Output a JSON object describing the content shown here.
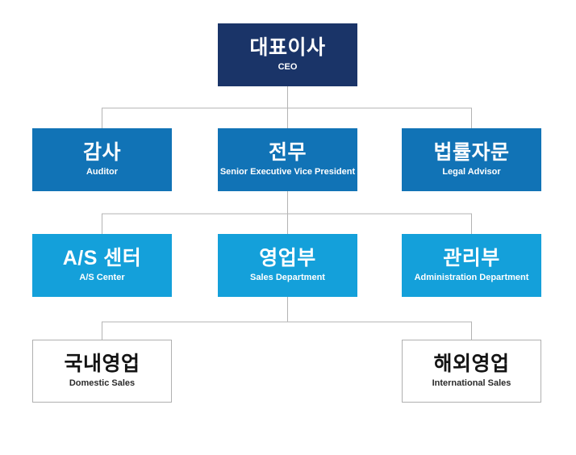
{
  "meta": {
    "type": "organization-chart",
    "background": "#ffffff"
  },
  "colors": {
    "level1_bg": "#1a3468",
    "level2_bg": "#1173b6",
    "level3_bg": "#14a0da",
    "level4_bg": "#ffffff",
    "level4_border": "#b0b0b0",
    "connector": "#b3b3b3",
    "text_on_blue": "#ffffff",
    "text_on_white": "#141414"
  },
  "org_chart": {
    "nodes": {
      "ceo": {
        "title": "대표이사",
        "subtitle": "CEO",
        "level": 1,
        "reports_to": null
      },
      "audit": {
        "title": "감사",
        "subtitle": "Auditor",
        "level": 2,
        "reports_to": "ceo"
      },
      "svp": {
        "title": "전무",
        "subtitle": "Senior Executive Vice President",
        "level": 2,
        "reports_to": "ceo"
      },
      "legal": {
        "title": "법률자문",
        "subtitle": "Legal Advisor",
        "level": 2,
        "reports_to": "ceo"
      },
      "as": {
        "title": "A/S 센터",
        "subtitle": "A/S Center",
        "level": 3,
        "reports_to": "svp"
      },
      "sales": {
        "title": "영업부",
        "subtitle": "Sales Department",
        "level": 3,
        "reports_to": "svp"
      },
      "admin": {
        "title": "관리부",
        "subtitle": "Administration Department",
        "level": 3,
        "reports_to": "svp"
      },
      "dom": {
        "title": "국내영업",
        "subtitle": "Domestic Sales",
        "level": 4,
        "reports_to": "sales"
      },
      "intl": {
        "title": "해외영업",
        "subtitle": "International Sales",
        "level": 4,
        "reports_to": "sales"
      }
    }
  }
}
